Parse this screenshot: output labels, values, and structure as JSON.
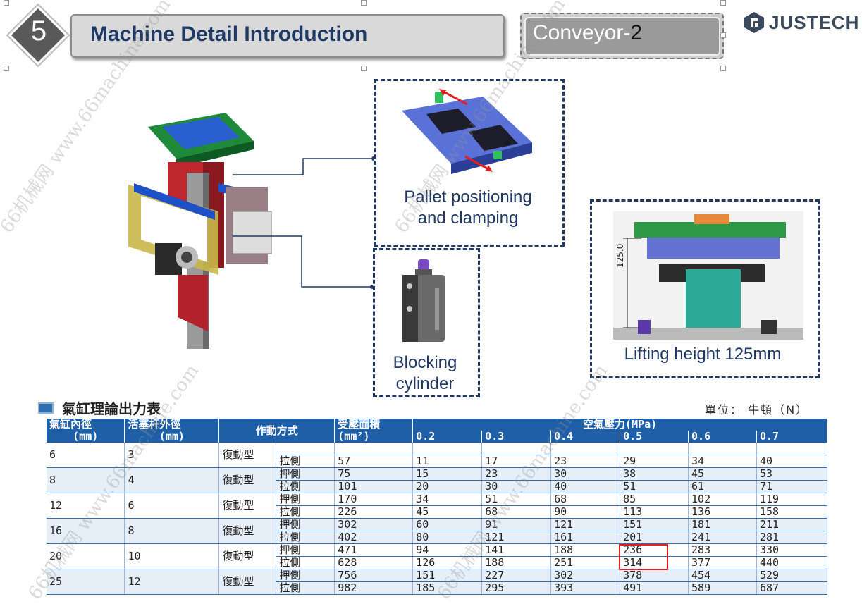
{
  "header": {
    "section_number": "5",
    "title": "Machine Detail Introduction",
    "subtitle_main": "Conveyor-",
    "subtitle_num": "2",
    "logo_text": "JUSTECH",
    "colors": {
      "title": "#1f3864",
      "accent": "#1f5fa8"
    }
  },
  "callouts": {
    "pallet": "Pallet positioning and clamping",
    "pallet_line1": "Pallet positioning",
    "pallet_line2": "and clamping",
    "blocking_line1": "Blocking",
    "blocking_line2": "cylinder",
    "lifting": "Lifting height 125mm",
    "dimension_label": "125.0"
  },
  "table": {
    "title": "氣缸理論出力表",
    "unit": "單位： 牛頓（N）",
    "headers": {
      "bore": "氣缸內徑",
      "bore_unit": "(mm)",
      "rod": "活塞杆外徑",
      "rod_unit": "(mm)",
      "action": "作動方式",
      "area": "受壓面積",
      "area_unit": "(mm²)",
      "pressure": "空氣壓力(MPa)",
      "pressures": [
        "0.2",
        "0.3",
        "0.4",
        "0.5",
        "0.6",
        "0.7"
      ]
    },
    "groups": [
      {
        "bore": "6",
        "rod": "3",
        "type": "復動型",
        "rows": [
          {
            "side": "",
            "area": "",
            "values": [
              "",
              "",
              "",
              "",
              "",
              ""
            ]
          },
          {
            "side": "拉側",
            "area": "57",
            "values": [
              "11",
              "17",
              "23",
              "29",
              "34",
              "40"
            ]
          }
        ]
      },
      {
        "bore": "8",
        "rod": "4",
        "type": "復動型",
        "rows": [
          {
            "side": "押側",
            "area": "75",
            "values": [
              "15",
              "23",
              "30",
              "38",
              "45",
              "53"
            ]
          },
          {
            "side": "拉側",
            "area": "101",
            "values": [
              "20",
              "30",
              "40",
              "51",
              "61",
              "71"
            ]
          }
        ]
      },
      {
        "bore": "12",
        "rod": "6",
        "type": "復動型",
        "rows": [
          {
            "side": "押側",
            "area": "170",
            "values": [
              "34",
              "51",
              "68",
              "85",
              "102",
              "119"
            ]
          },
          {
            "side": "拉側",
            "area": "226",
            "values": [
              "45",
              "68",
              "90",
              "113",
              "136",
              "158"
            ]
          }
        ]
      },
      {
        "bore": "16",
        "rod": "8",
        "type": "復動型",
        "rows": [
          {
            "side": "押側",
            "area": "302",
            "values": [
              "60",
              "91",
              "121",
              "151",
              "181",
              "211"
            ]
          },
          {
            "side": "拉側",
            "area": "402",
            "values": [
              "80",
              "121",
              "161",
              "201",
              "241",
              "281"
            ]
          }
        ]
      },
      {
        "bore": "20",
        "rod": "10",
        "type": "復動型",
        "rows": [
          {
            "side": "押側",
            "area": "471",
            "values": [
              "94",
              "141",
              "188",
              "236",
              "283",
              "330"
            ]
          },
          {
            "side": "拉側",
            "area": "628",
            "values": [
              "126",
              "188",
              "251",
              "314",
              "377",
              "440"
            ]
          }
        ]
      },
      {
        "bore": "25",
        "rod": "12",
        "type": "復動型",
        "rows": [
          {
            "side": "押側",
            "area": "756",
            "values": [
              "151",
              "227",
              "302",
              "378",
              "454",
              "529"
            ]
          },
          {
            "side": "拉側",
            "area": "982",
            "values": [
              "185",
              "295",
              "393",
              "491",
              "589",
              "687"
            ]
          }
        ]
      }
    ]
  },
  "watermark": "66机械网 www.66machine.com"
}
